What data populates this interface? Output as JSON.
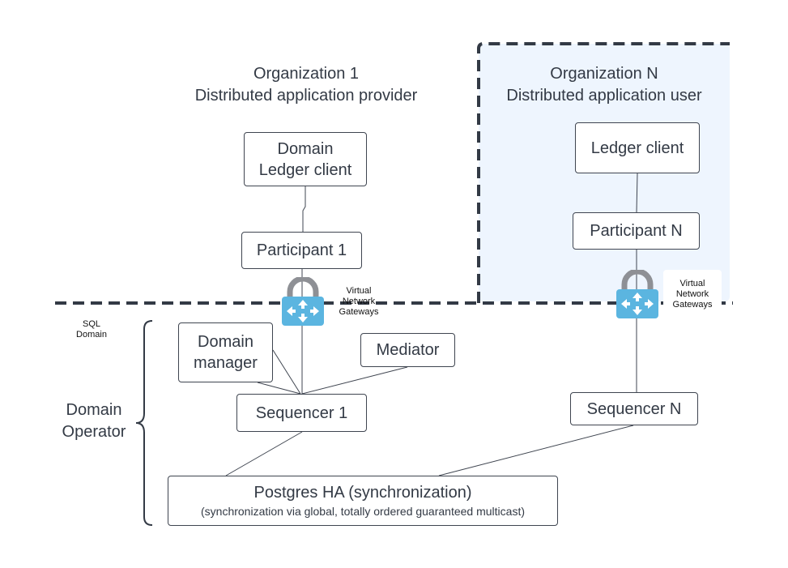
{
  "org1": {
    "title": "Organization 1",
    "subtitle": "Distributed application provider"
  },
  "orgN": {
    "title": "Organization N",
    "subtitle": "Distributed application user"
  },
  "nodes": {
    "domain_ledger_client": {
      "line1": "Domain",
      "line2": "Ledger client"
    },
    "participant_1": "Participant 1",
    "ledger_client": "Ledger client",
    "participant_n": "Participant N",
    "domain_manager": {
      "line1": "Domain",
      "line2": "manager"
    },
    "mediator": "Mediator",
    "sequencer_1": "Sequencer 1",
    "sequencer_n": "Sequencer N",
    "postgres": {
      "title": "Postgres HA (synchronization)",
      "subtitle": "(synchronization via global, totally ordered guaranteed multicast)"
    }
  },
  "gateway": {
    "line1": "Virtual",
    "line2": "Network",
    "line3": "Gateways"
  },
  "sql_domain": {
    "line1": "SQL",
    "line2": "Domain"
  },
  "domain_operator": {
    "line1": "Domain",
    "line2": "Operator"
  },
  "colors": {
    "zone_fill": "#eef5fe",
    "gateway_blue": "#5bb5e0",
    "lock_grey": "#8e9095",
    "stroke": "#3f4550"
  },
  "icons": [
    "gateway-lock-icon",
    "gateway-lock-icon"
  ]
}
